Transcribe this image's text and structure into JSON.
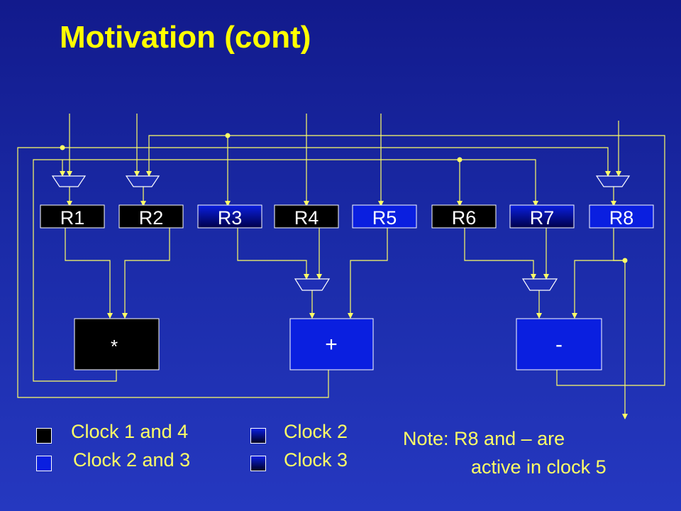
{
  "title": "Motivation (cont)",
  "registers": [
    {
      "label": "R1",
      "style": "black"
    },
    {
      "label": "R2",
      "style": "black"
    },
    {
      "label": "R3",
      "style": "gradient"
    },
    {
      "label": "R4",
      "style": "black"
    },
    {
      "label": "R5",
      "style": "blue"
    },
    {
      "label": "R6",
      "style": "black"
    },
    {
      "label": "R7",
      "style": "gradient"
    },
    {
      "label": "R8",
      "style": "blue"
    }
  ],
  "units": {
    "multiply": "*",
    "add": "+",
    "subtract": "-"
  },
  "legend": [
    {
      "label": "Clock 1 and 4",
      "color": "#000000"
    },
    {
      "label": "Clock 2",
      "color": "gradient"
    },
    {
      "label": "Clock 2 and 3",
      "color": "#0a1fe0"
    },
    {
      "label": "Clock 3",
      "color": "gradient"
    }
  ],
  "note": {
    "line1": "Note: R8 and – are",
    "line2": "active in clock 5"
  },
  "colors": {
    "title": "#ffff00",
    "wire": "#ffff66",
    "background": "#1a2aa6",
    "unit_blue": "#0a1fe0"
  }
}
